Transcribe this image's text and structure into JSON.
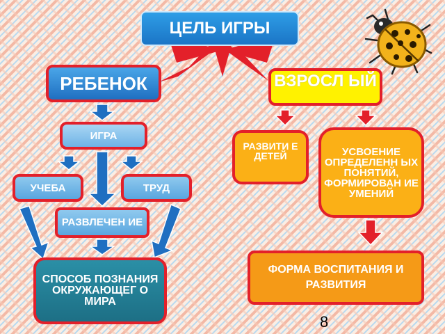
{
  "title": "ЦЕЛЬ ИГРЫ",
  "child": {
    "label": "РЕБЕНОК",
    "game": "ИГРА",
    "study": "УЧЕБА",
    "labor": "ТРУД",
    "entertainment": "РАЗВЛЕЧЕН ИЕ",
    "way": "СПОСОБ ПОЗНАНИЯ ОКРУЖАЮЩЕГ О МИРА"
  },
  "adult": {
    "label": "ВЗРОСЛ ЫЙ",
    "development": "РАЗВИТИ Е ДЕТЕЙ",
    "learning": "УСВОЕНИЕ ОПРЕДЕЛЕНН ЫХ ПОНЯТИЙ, ФОРМИРОВАН ИЕ УМЕНИЙ",
    "form": "ФОРМА ВОСПИТАНИЯ И РАЗВИТИЯ"
  },
  "page_number": "8",
  "colors": {
    "blue": "#1f6fc1",
    "light_blue": "#6fb3e6",
    "teal": "#1d6f85",
    "border_red": "#e3202a",
    "yellow": "#fff200",
    "orange": "#fbb016",
    "background_stripe": "#f3a58f"
  },
  "icons": {
    "ladybug": "ladybug-icon"
  }
}
